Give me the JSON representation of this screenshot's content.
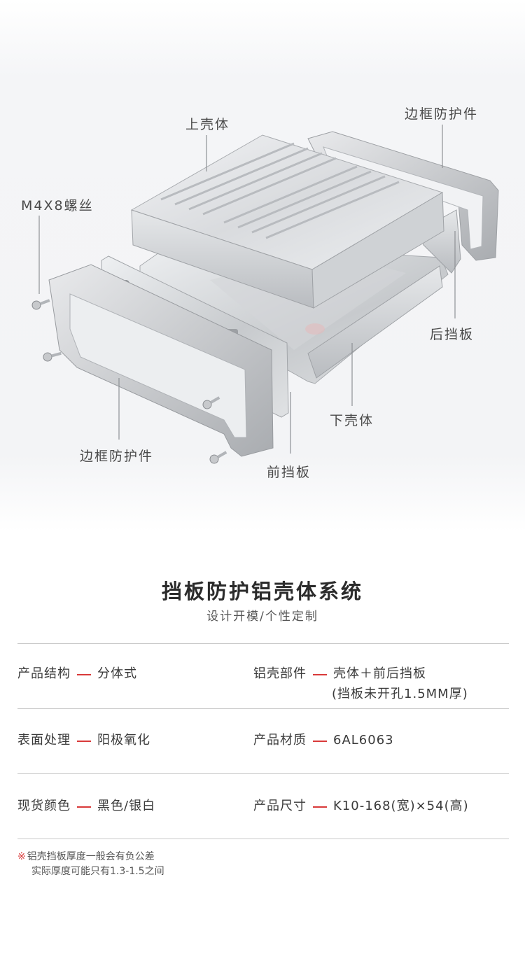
{
  "diagram": {
    "labels": {
      "upper_shell": "上壳体",
      "frame_protector_top": "边框防护件",
      "screw": "M4X8螺丝",
      "rear_panel": "后挡板",
      "lower_shell": "下壳体",
      "frame_protector_bottom": "边框防护件",
      "front_panel": "前挡板"
    }
  },
  "heading": {
    "title": "挡板防护铝壳体系统",
    "subtitle": "设计开模/个性定制"
  },
  "specs": [
    {
      "name": "产品结构",
      "value": "分体式"
    },
    {
      "name": "铝壳部件",
      "value": "壳体＋前后挡板",
      "extra": "(挡板未开孔1.5MM厚)"
    },
    {
      "name": "表面处理",
      "value": "阳极氧化"
    },
    {
      "name": "产品材质",
      "value": "6AL6063"
    },
    {
      "name": "现货颜色",
      "value": "黑色/银白"
    },
    {
      "name": "产品尺寸",
      "value": "K10-168(宽)×54(高)"
    }
  ],
  "note": {
    "mark": "※",
    "line1": "铝壳挡板厚度一般会有负公差",
    "line2": "实际厚度可能只有1.3-1.5之间"
  }
}
